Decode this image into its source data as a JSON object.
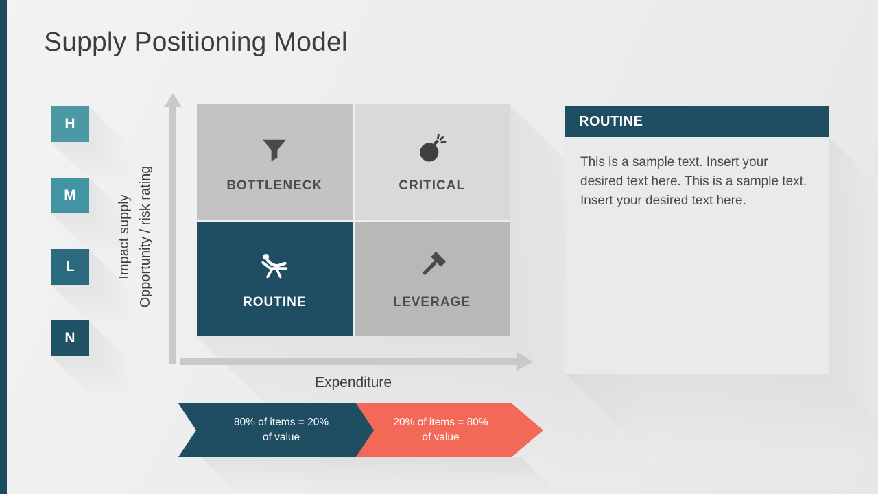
{
  "slide": {
    "title": "Supply Positioning Model"
  },
  "y_axis": {
    "label_line1": "Impact supply",
    "label_line2": "Opportunity / risk rating",
    "levels": [
      {
        "label": "H",
        "color": "#4c98a4"
      },
      {
        "label": "M",
        "color": "#4194a1"
      },
      {
        "label": "L",
        "color": "#2a6a7c"
      },
      {
        "label": "N",
        "color": "#1e5264"
      }
    ]
  },
  "x_axis": {
    "label": "Expenditure"
  },
  "matrix": {
    "quadrants": [
      {
        "label": "BOTTLENECK",
        "icon": "funnel-icon",
        "bg": "#c3c3c3"
      },
      {
        "label": "CRITICAL",
        "icon": "bomb-icon",
        "bg": "#d9d9d9"
      },
      {
        "label": "ROUTINE",
        "icon": "recliner-icon",
        "bg": "#1f4e63"
      },
      {
        "label": "LEVERAGE",
        "icon": "hammer-icon",
        "bg": "#b8b8b8"
      }
    ]
  },
  "ribbons": [
    {
      "line1": "80% of  items = 20%",
      "line2": "of value",
      "color": "#1f4e63"
    },
    {
      "line1": "20% of  items = 80%",
      "line2": "of value",
      "color": "#f26a57"
    }
  ],
  "panel": {
    "title": "ROUTINE",
    "title_bg": "#1f4e63",
    "body": "This is a sample text. Insert your desired text here. This is a sample text. Insert your desired text here."
  }
}
